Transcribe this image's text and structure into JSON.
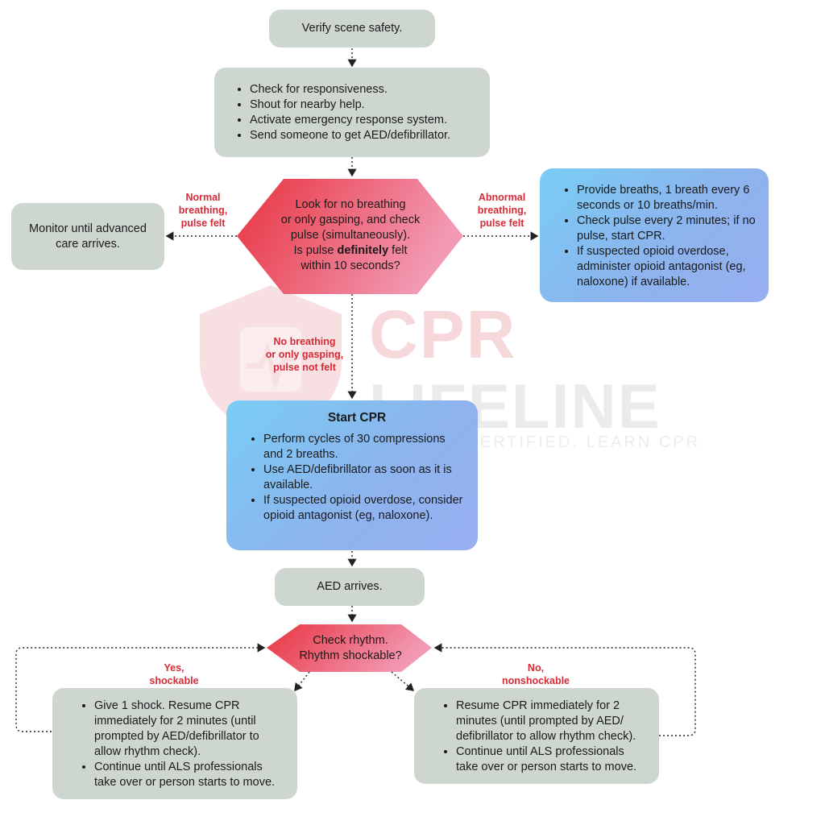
{
  "steps": {
    "verify_scene": "Verify scene safety.",
    "initial_actions": [
      "Check for responsiveness.",
      "Shout for nearby help.",
      "Activate emergency response system.",
      "Send someone to get AED/defibrillator."
    ],
    "assess": {
      "line1": "Look for no breathing",
      "line2": "or only gasping, and check",
      "line3": "pulse (simultaneously).",
      "line4_pre": "Is pulse ",
      "line4_bold": "definitely",
      "line4_post": " felt",
      "line5": "within 10 seconds?"
    },
    "monitor": "Monitor until advanced care arrives.",
    "rescue_breathing": [
      "Provide breaths, 1 breath every 6 seconds or 10 breaths/min.",
      "Check pulse every 2 minutes; if no pulse, start CPR.",
      "If suspected opioid overdose, administer opioid antagonist (eg, naloxone) if available."
    ],
    "start_cpr": {
      "title": "Start CPR",
      "items": [
        "Perform cycles of 30 compressions and 2 breaths.",
        "Use AED/defibrillator as soon as it is available.",
        "If suspected opioid overdose, consider opioid antagonist (eg, naloxone)."
      ]
    },
    "aed_arrives": "AED arrives.",
    "check_rhythm": {
      "line1": "Check rhythm.",
      "line2": "Rhythm shockable?"
    },
    "shockable_actions": [
      "Give 1 shock. Resume CPR immediately for 2 minutes (until prompted by AED/defibrillator to allow rhythm check).",
      "Continue until ALS professionals take over or person starts to move."
    ],
    "nonshockable_actions": [
      "Resume CPR immediately for 2 minutes (until prompted by AED/ defibrillator to allow rhythm check).",
      "Continue until ALS professionals take over or person starts to move."
    ]
  },
  "labels": {
    "normal": [
      "Normal",
      "breathing,",
      "pulse felt"
    ],
    "abnormal": [
      "Abnormal",
      "breathing,",
      "pulse felt"
    ],
    "no_breathing": [
      "No breathing",
      "or only gasping,",
      "pulse not felt"
    ],
    "yes": [
      "Yes,",
      "shockable"
    ],
    "no": [
      "No,",
      "nonshockable"
    ]
  },
  "watermark": {
    "line1": "CPR",
    "line2": "LIFELINE",
    "tagline": "GET CERTIFIED. LEARN CPR"
  },
  "colors": {
    "grey_box": "#ced7cf",
    "label_red": "#d62a37",
    "diamond_red": "#e8333f",
    "diamond_pink": "#f29ab4",
    "blue_box": "#79cdf5"
  }
}
